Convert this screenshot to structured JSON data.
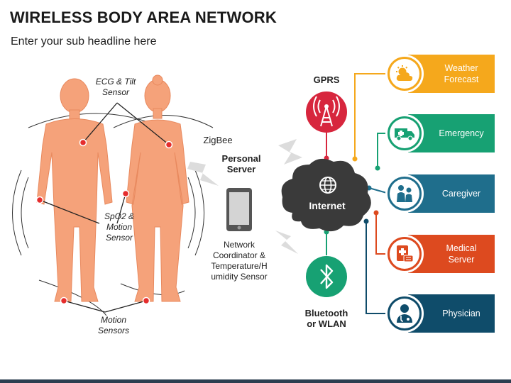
{
  "title": "WIRELESS BODY AREA NETWORK",
  "subtitle": "Enter your sub headline here",
  "body_labels": {
    "ecg": "ECG & Tilt\nSensor",
    "spo2": "SpO2 &\nMotion\nSensor",
    "motion": "Motion\nSensors"
  },
  "zigbee": "ZigBee",
  "personal_server": "Personal\nServer",
  "coordinator": "Network\nCoordinator &\nTemperature/H\numidity Sensor",
  "gprs": "GPRS",
  "internet": "Internet",
  "bluetooth": "Bluetooth\nor WLAN",
  "services": [
    {
      "label": "Weather\nForecast",
      "color": "#f5a81c",
      "icon": "weather-icon"
    },
    {
      "label": "Emergency",
      "color": "#17a173",
      "icon": "ambulance-icon"
    },
    {
      "label": "Caregiver",
      "color": "#1f6e8c",
      "icon": "caregiver-icon"
    },
    {
      "label": "Medical\nServer",
      "color": "#dd4a1f",
      "icon": "medical-server-icon"
    },
    {
      "label": "Physician",
      "color": "#0f4c6a",
      "icon": "physician-icon"
    }
  ],
  "colors": {
    "body": "#f5a27a",
    "gprs": "#d7263d",
    "bluetooth": "#17a173",
    "cloud": "#3a3a3a"
  }
}
